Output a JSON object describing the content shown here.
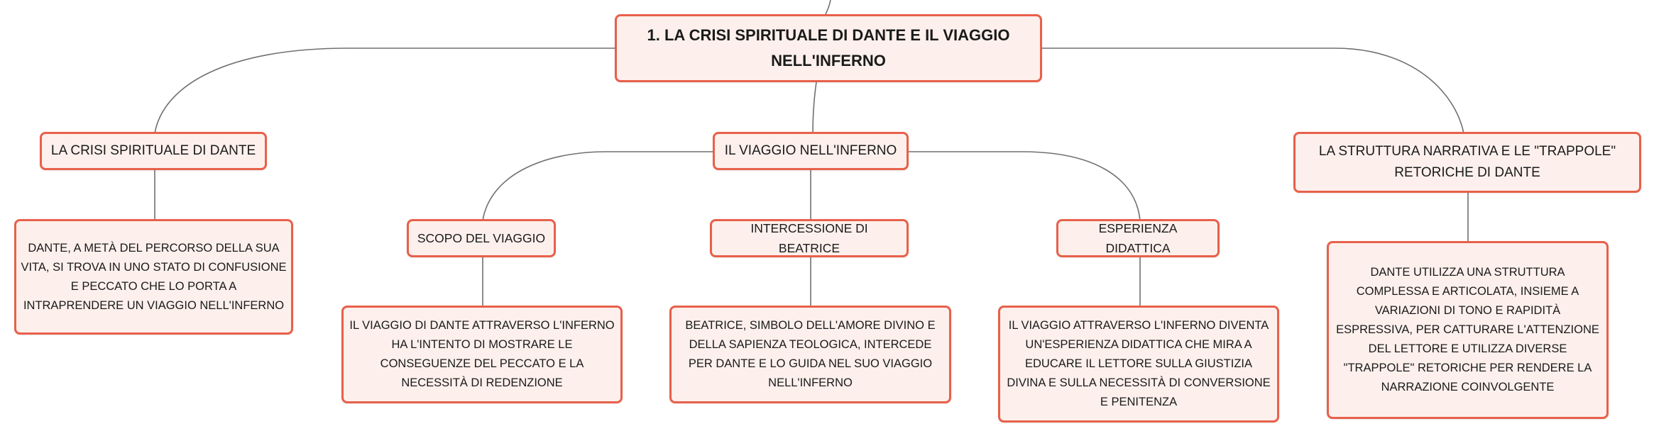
{
  "colors": {
    "node_border": "#e8604a",
    "node_fill": "#fdf0ec",
    "connector": "#707070"
  },
  "mindmap": {
    "root": "1. LA CRISI SPIRITUALE DI DANTE E IL VIAGGIO NELL'INFERNO",
    "topics": {
      "crisi": {
        "label": "LA CRISI SPIRITUALE DI DANTE",
        "detail": "DANTE, A METÀ DEL PERCORSO DELLA SUA VITA, SI TROVA IN UNO STATO DI CONFUSIONE E PECCATO CHE LO PORTA A INTRAPRENDERE UN VIAGGIO NELL'INFERNO"
      },
      "viaggio": {
        "label": "IL VIAGGIO NELL'INFERNO",
        "subtopics": {
          "scopo": {
            "label": "SCOPO DEL VIAGGIO",
            "detail": "IL VIAGGIO DI DANTE ATTRAVERSO L'INFERNO HA L'INTENTO DI MOSTRARE LE CONSEGUENZE DEL PECCATO E LA NECESSITÀ DI REDENZIONE"
          },
          "beatrice": {
            "label": "INTERCESSIONE DI BEATRICE",
            "detail": "BEATRICE, SIMBOLO DELL'AMORE DIVINO E DELLA SAPIENZA TEOLOGICA, INTERCEDE PER DANTE E LO GUIDA NEL SUO VIAGGIO NELL'INFERNO"
          },
          "esperienza": {
            "label": "ESPERIENZA DIDATTICA",
            "detail": "IL VIAGGIO ATTRAVERSO L'INFERNO DIVENTA UN'ESPERIENZA DIDATTICA CHE MIRA A EDUCARE IL LETTORE SULLA GIUSTIZIA DIVINA E SULLA NECESSITÀ DI CONVERSIONE E PENITENZA"
          }
        }
      },
      "struttura": {
        "label": "LA STRUTTURA NARRATIVA E LE \"TRAPPOLE\" RETORICHE DI DANTE",
        "detail": "DANTE UTILIZZA UNA STRUTTURA COMPLESSA E ARTICOLATA, INSIEME A VARIAZIONI DI TONO E RAPIDITÀ ESPRESSIVA, PER CATTURARE L'ATTENZIONE DEL LETTORE E UTILIZZA DIVERSE \"TRAPPOLE\" RETORICHE PER RENDERE LA NARRAZIONE COINVOLGENTE"
      }
    }
  }
}
